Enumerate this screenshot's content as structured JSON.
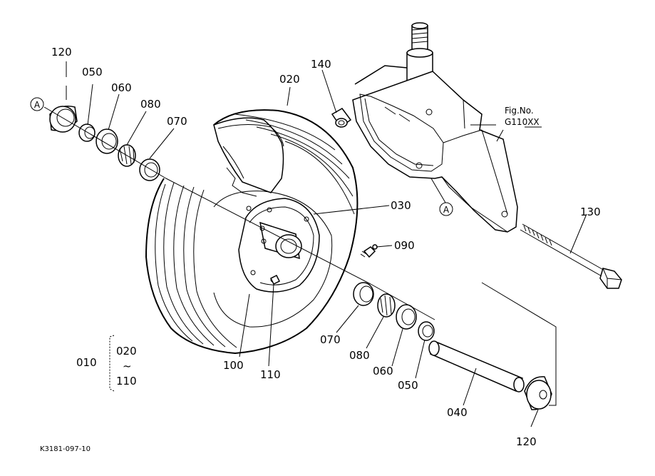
{
  "callouts": {
    "p010": "010",
    "p020": "020",
    "p030": "030",
    "p040": "040",
    "p050_left": "050",
    "p050_right": "050",
    "p060_left": "060",
    "p060_right": "060",
    "p070_left": "070",
    "p070_right": "070",
    "p080_left": "080",
    "p080_right": "080",
    "p090": "090",
    "p100": "100",
    "p110": "110",
    "p120_left": "120",
    "p120_right": "120",
    "p130": "130",
    "p140": "140"
  },
  "group_range": {
    "from": "020",
    "tilde": "~",
    "to": "110"
  },
  "ref_marks": {
    "left": "A",
    "right": "A"
  },
  "fig_ref": {
    "label": "Fig.No.",
    "number": "G110XX"
  },
  "drawing_id": "K3181-097-10"
}
